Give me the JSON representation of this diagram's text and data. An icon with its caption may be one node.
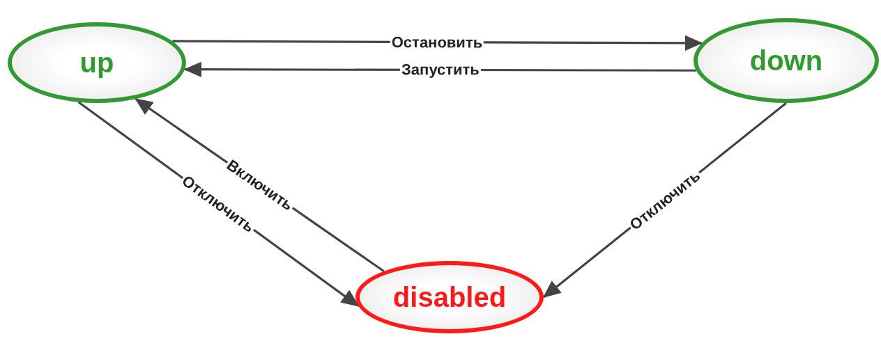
{
  "diagram": {
    "nodes": [
      {
        "text": [
          "up"
        ]
      },
      {
        "text": [
          "down"
        ]
      },
      {
        "text": [
          "disabled"
        ]
      }
    ],
    "edges": [
      {
        "from": 0,
        "to": 1,
        "arrow": "to",
        "label": "Остановить"
      },
      {
        "from": 1,
        "to": 0,
        "arrow": "to",
        "label": "Запустить"
      },
      {
        "from": 0,
        "to": 2,
        "arrow": "to",
        "label": "Отключить"
      },
      {
        "from": 2,
        "to": 0,
        "arrow": "to",
        "label": "Включить"
      },
      {
        "from": 1,
        "to": 2,
        "arrow": "to",
        "label": "Отключить"
      }
    ]
  }
}
